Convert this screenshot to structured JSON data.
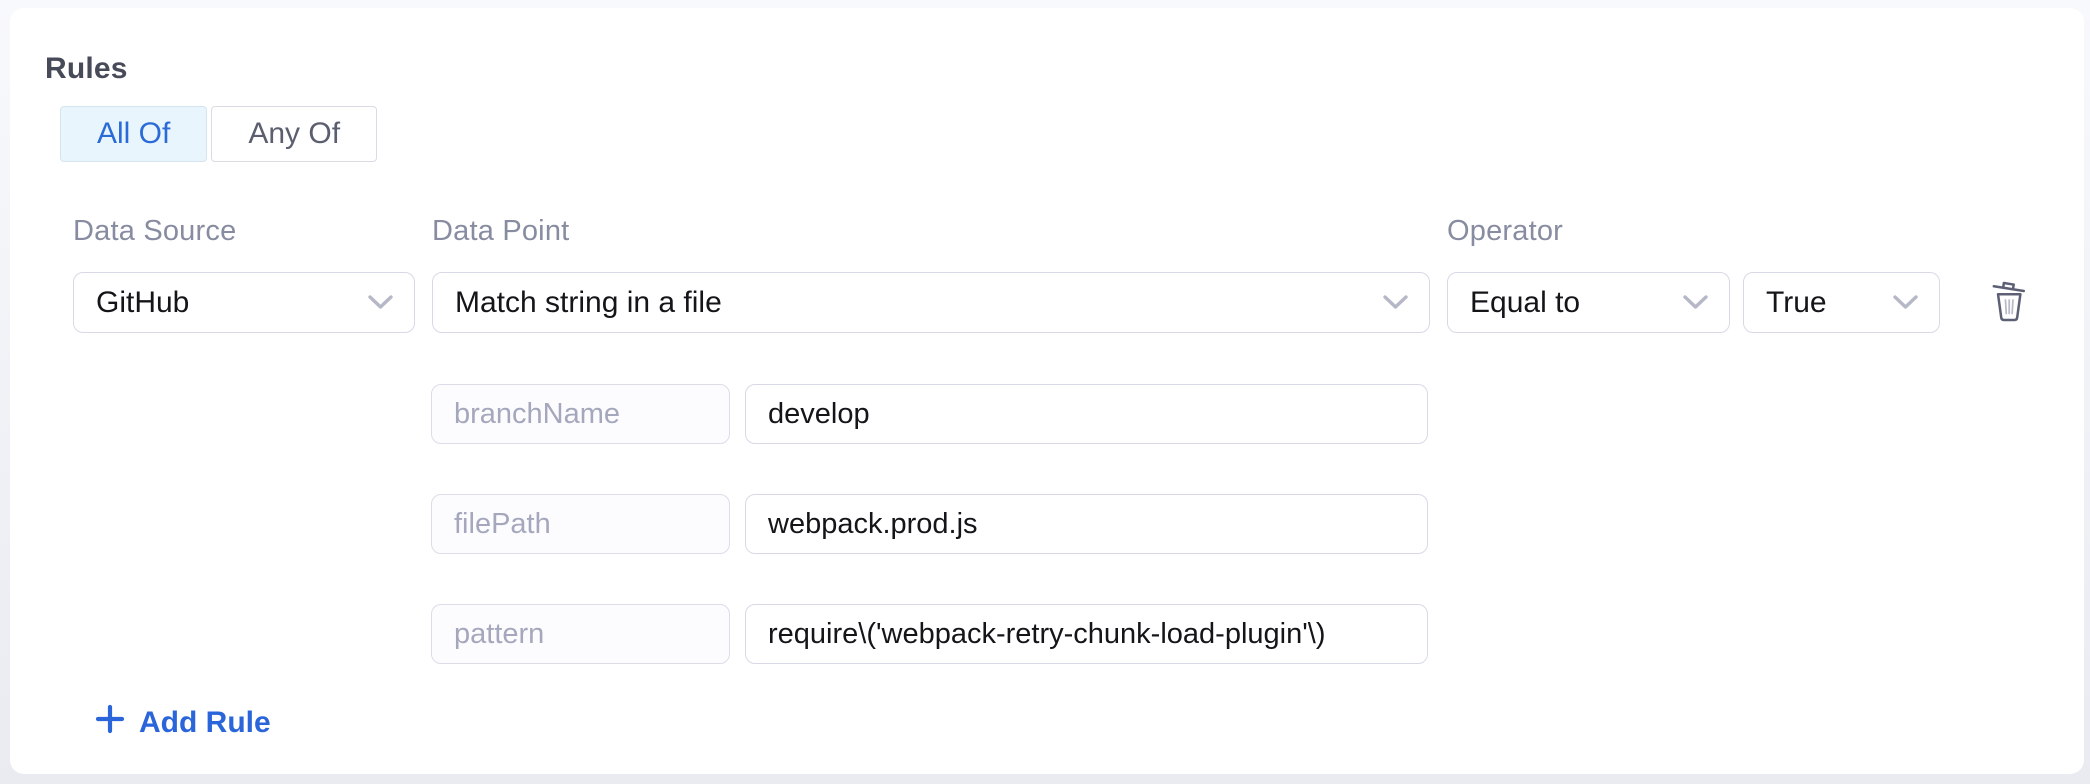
{
  "rules": {
    "title": "Rules",
    "match_modes": [
      {
        "label": "All Of",
        "active": true
      },
      {
        "label": "Any Of",
        "active": false
      }
    ],
    "rule": {
      "data_source": {
        "label": "Data Source",
        "value": "GitHub"
      },
      "data_point": {
        "label": "Data Point",
        "value": "Match string in a file"
      },
      "operator": {
        "label": "Operator",
        "value": "Equal to"
      },
      "operator_value": {
        "value": "True"
      },
      "params": [
        {
          "name": "branchName",
          "value": "develop"
        },
        {
          "name": "filePath",
          "value": "webpack.prod.js"
        },
        {
          "name": "pattern",
          "value": "require\\('webpack-retry-chunk-load-plugin'\\)"
        }
      ]
    },
    "add_rule_label": "Add Rule"
  },
  "colors": {
    "accent_blue": "#2a65d9",
    "active_toggle_bg": "#e9f5fc",
    "active_toggle_text": "#2a6bd8",
    "border": "#d8d9e6",
    "label_gray": "#888ca1",
    "muted_text": "#a5a8bd",
    "icon_gray": "#5d6075"
  }
}
